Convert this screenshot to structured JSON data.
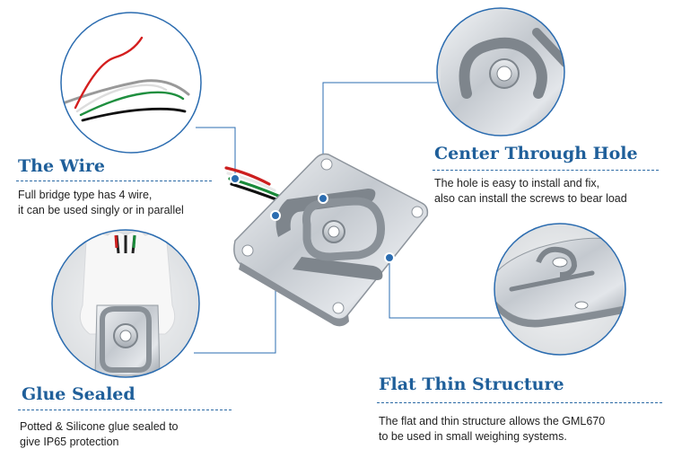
{
  "colors": {
    "accent": "#1f5f9a",
    "circle_border": "#2b6cb0",
    "text": "#222222"
  },
  "sections": {
    "wire": {
      "title": "The Wire",
      "lines": [
        "Full bridge type has 4 wire,",
        "it can be used singly or in parallel"
      ]
    },
    "glue": {
      "title": "Glue Sealed",
      "lines": [
        "Potted & Silicone glue sealed to",
        "give IP65 protection"
      ]
    },
    "hole": {
      "title": "Center Through Hole",
      "lines": [
        "The hole is easy to install and fix,",
        "also can install the screws to bear load"
      ]
    },
    "flat": {
      "title": "Flat Thin Structure",
      "lines": [
        "The flat and thin structure allows the GML670",
        "to be used in small weighing systems."
      ]
    }
  }
}
